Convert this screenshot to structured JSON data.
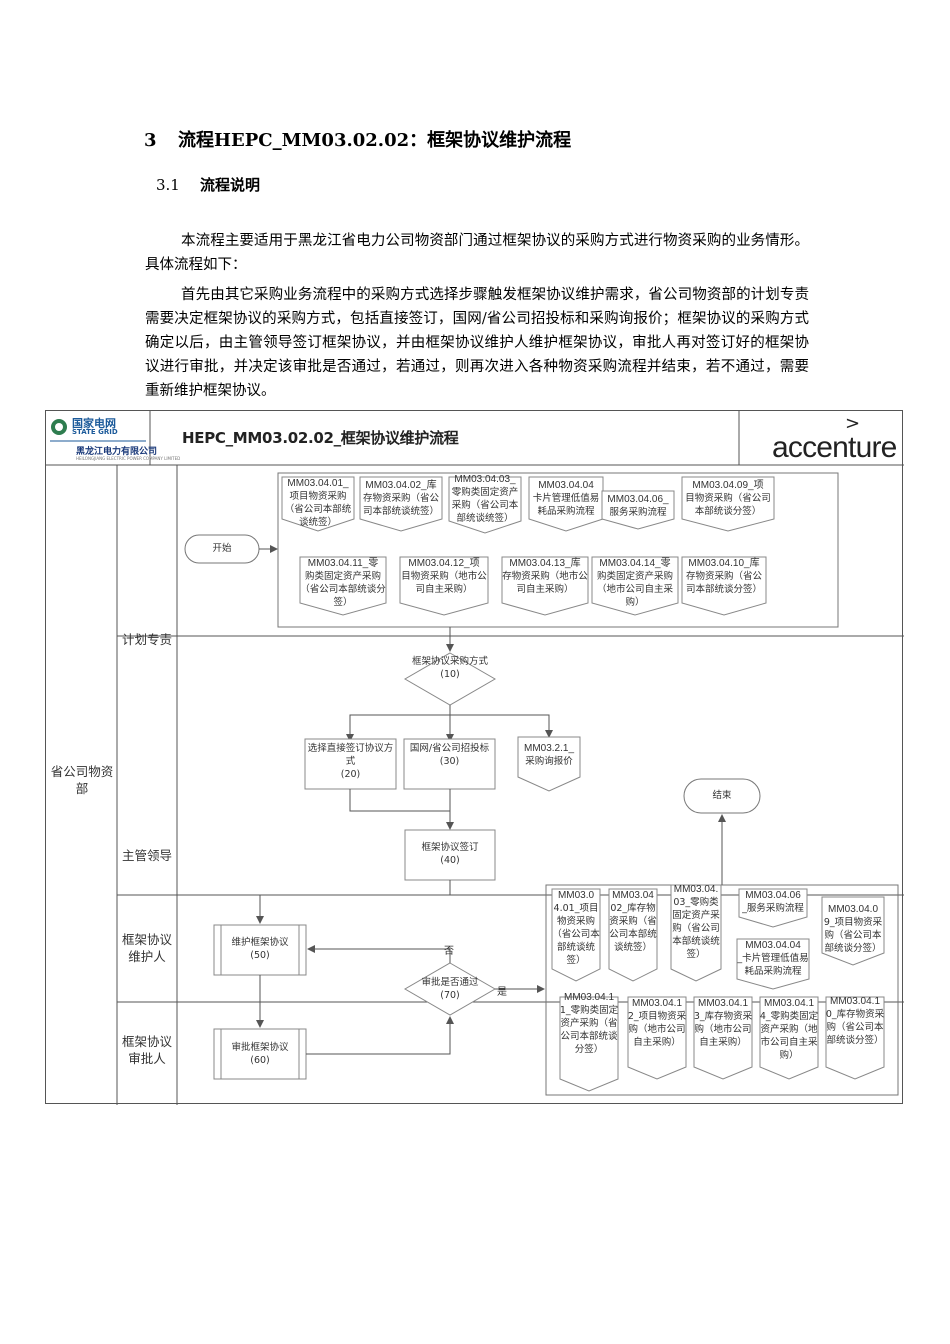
{
  "heading": {
    "number": "3",
    "title": "流程HEPC_MM03.02.02：框架协议维护流程"
  },
  "subheading": {
    "number": "3.1",
    "title": "流程说明"
  },
  "paragraphs": [
    "本流程主要适用于黑龙江省电力公司物资部门通过框架协议的采购方式进行物资采购的业务情形。具体流程如下：",
    "首先由其它采购业务流程中的采购方式选择步骤触发框架协议维护需求，省公司物资部的计划专责需要决定框架协议的采购方式，包括直接签订，国网/省公司招投标和采购询报价；框架协议的采购方式确定以后，由主管领导签订框架协议，并由框架协议维护人维护框架协议，审批人再对签订好的框架协议进行审批，并决定该审批是否通过，若通过，则再次进入各种物资采购流程并结束，若不通过，需要重新维护框架协议。"
  ],
  "flowchart": {
    "logo": {
      "cn": "国家电网",
      "en": "STATE GRID",
      "company": "黑龙江电力有限公司",
      "company_en": "HEILONGJIANG ELECTRIC POWER COMPANY LIMITED"
    },
    "title": "HEPC_MM03.02.02_框架协议维护流程",
    "brand": "accenture",
    "brand_mark": ">",
    "org_lane": "省公司物资部",
    "lanes": [
      "计划专责",
      "主管领导",
      "框架协议维护人",
      "框架协议审批人"
    ],
    "start": "开始",
    "end": "结束",
    "trigger_top_row": [
      {
        "code": "MM03.04.01_",
        "text": "项目物资采购（省公司本部统谈统签）"
      },
      {
        "code": "MM03.04.02_库",
        "text": "存物资采购（省公司本部统谈统签）"
      },
      {
        "code": "MM03.04.03_",
        "text": "零购类固定资产采购（省公司本部统谈统签）"
      },
      {
        "code": "MM03.04.04",
        "text": "卡片管理低值易耗品采购流程"
      },
      {
        "code": "MM03.04.06_",
        "text": "服务采购流程"
      },
      {
        "code": "MM03.04.09_项",
        "text": "目物资采购（省公司本部统谈分签）"
      }
    ],
    "trigger_bottom_row": [
      {
        "code": "MM03.04.11_零",
        "text": "购类固定资产采购（省公司本部统谈分签）"
      },
      {
        "code": "MM03.04.12_项",
        "text": "目物资采购（地市公司自主采购）"
      },
      {
        "code": "MM03.04.13_库",
        "text": "存物资采购（地市公司自主采购）"
      },
      {
        "code": "MM03.04.14_零",
        "text": "购类固定资产采购（地市公司自主采购）"
      },
      {
        "code": "MM03.04.10_库",
        "text": "存物资采购（省公司本部统谈分签）"
      }
    ],
    "decision_method": {
      "text": "框架协议采购方式",
      "num": "(10)"
    },
    "option_direct": {
      "text": "选择直接签订协议方式",
      "num": "(20)"
    },
    "option_tender": {
      "text": "国网/省公司招投标",
      "num": "(30)"
    },
    "option_inquiry": {
      "code": "MM03.2.1_",
      "text": "采购询报价"
    },
    "sign": {
      "text": "框架协议签订",
      "num": "(40)"
    },
    "maintain": {
      "text": "维护框架协议",
      "num": "(50)"
    },
    "approve": {
      "text": "审批框架协议",
      "num": "(60)"
    },
    "decision_approved": {
      "text": "审批是否通过",
      "num": "(70)"
    },
    "label_no": "否",
    "label_yes": "是",
    "result_top_row": [
      {
        "code": "MM03.0",
        "text": "4.01_项目物资采购（省公司本部统谈统签）"
      },
      {
        "code": "MM03.04",
        "text": "02_库存物资采购（省公司本部统谈统签）"
      },
      {
        "code": "MM03.04.",
        "text": "03_零购类固定资产采购（省公司本部统谈统签）"
      },
      {
        "code": "MM03.04.06",
        "text": "_服务采购流程"
      },
      {
        "code": "MM03.04.04",
        "text": "_卡片管理低值易耗品采购流程"
      },
      {
        "code": "MM03.04.0",
        "text": "9_项目物资采购（省公司本部统谈分签）"
      }
    ],
    "result_bottom_row": [
      {
        "code": "MM03.04.1",
        "text": "1_零购类固定资产采购（省公司本部统谈分签）"
      },
      {
        "code": "MM03.04.1",
        "text": "2_项目物资采购（地市公司自主采购）"
      },
      {
        "code": "MM03.04.1",
        "text": "3_库存物资采购（地市公司自主采购）"
      },
      {
        "code": "MM03.04.1",
        "text": "4_零购类固定资产采购（地市公司自主采购）"
      },
      {
        "code": "MM03.04.1",
        "text": "0_库存物资采购（省公司本部统谈分签）"
      }
    ]
  }
}
